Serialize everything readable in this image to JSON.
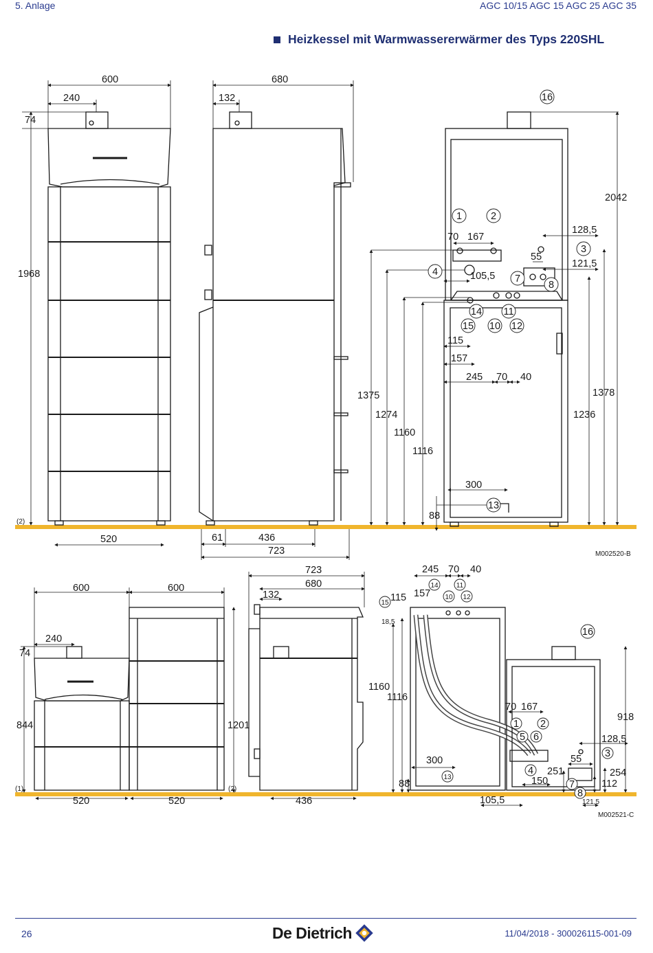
{
  "header": {
    "section": "5.  Anlage",
    "models": "AGC 10/15 AGC 15 AGC 25 AGC 35",
    "title": "Heizkessel mit Warmwassererwärmer des Typs 220SHL"
  },
  "drawing1": {
    "ref": "M002520-B",
    "front_top_widths": [
      "600",
      "240"
    ],
    "flue_height": "74",
    "total_height": "1968",
    "base_width": "520",
    "foot_note": "(2)",
    "side_widths": [
      "680",
      "132"
    ],
    "side_bottom": [
      "61",
      "436",
      "723"
    ],
    "rear_total": "2042",
    "rear_dims_left": [
      "1375",
      "1274",
      "1160",
      "1116",
      "88"
    ],
    "rear_dims_right": [
      "1378",
      "1236"
    ],
    "rear_dims_top": [
      "70",
      "167",
      "55",
      "128,5",
      "121,5",
      "105,5"
    ],
    "rear_dims_mid": [
      "115",
      "157",
      "245",
      "70",
      "40",
      "300"
    ],
    "callouts": [
      "16",
      "1",
      "2",
      "3",
      "4",
      "7",
      "8",
      "14",
      "11",
      "15",
      "10",
      "12",
      "13"
    ]
  },
  "drawing2": {
    "ref": "M002521-C",
    "widths": [
      "600",
      "600",
      "240",
      "74",
      "844",
      "1201",
      "520",
      "520",
      "(1)",
      "(2)"
    ],
    "side_widths": [
      "723",
      "680",
      "132",
      "1160",
      "1116",
      "436"
    ],
    "rear_dims": [
      "245",
      "70",
      "40",
      "157",
      "115",
      "18,5",
      "300",
      "88",
      "105,5"
    ],
    "tank_dims": [
      "70",
      "167",
      "918",
      "128,5",
      "55",
      "251",
      "150",
      "254",
      "112",
      "121,5"
    ],
    "callouts": [
      "14",
      "11",
      "15",
      "10",
      "12",
      "16",
      "1",
      "2",
      "5",
      "6",
      "3",
      "4",
      "7",
      "8",
      "13"
    ]
  },
  "footer": {
    "page": "26",
    "brand": "De Dietrich",
    "doc": "11/04/2018 - 300026115-001-09"
  },
  "colors": {
    "accent": "#2a3b8f",
    "floor": "#f0b52d",
    "line": "#1a1a1a"
  }
}
